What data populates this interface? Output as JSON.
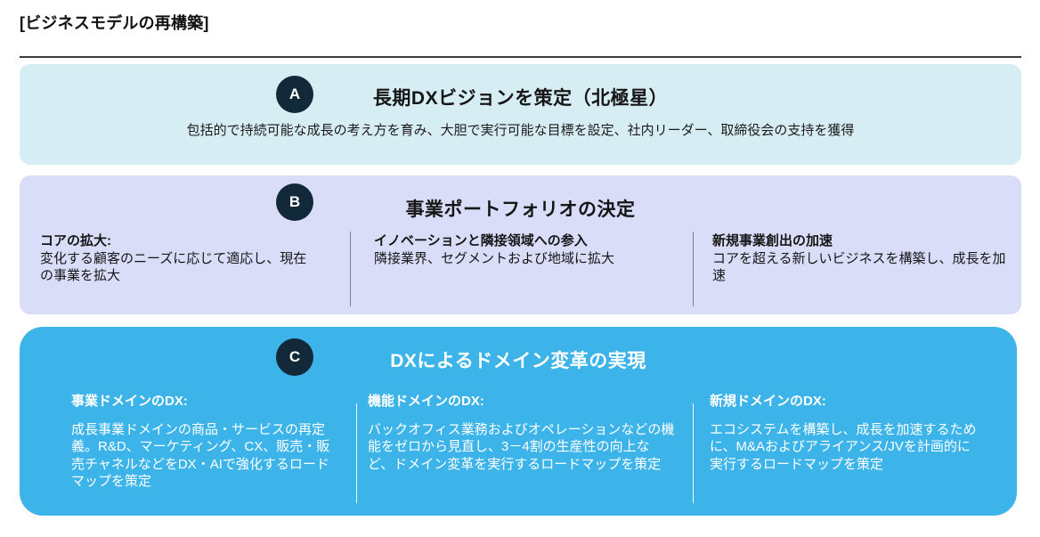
{
  "page": {
    "title": "[ビジネスモデルの再構築]"
  },
  "colors": {
    "section_a_bg": "#d7edf4",
    "section_b_bg": "#d9ddf8",
    "section_c_bg": "#3db4e9",
    "badge_bg": "#12293a",
    "badge_text": "#ffffff",
    "text_dark": "#161616",
    "text_light": "#ffffff",
    "rule": "#3a3a3a",
    "divider_b": "#80808f",
    "divider_c": "#eaf6fc"
  },
  "sections": [
    {
      "badge": "A",
      "title": "長期DXビジョンを策定（北極星）",
      "subtitle": "包括的で持続可能な成長の考え方を育み、大胆で実行可能な目標を設定、社内リーダー、取締役会の支持を獲得"
    },
    {
      "badge": "B",
      "title": "事業ポートフォリオの決定",
      "columns": [
        {
          "heading": "コアの拡大:",
          "body": "変化する顧客のニーズに応じて適応し、現在の事業を拡大"
        },
        {
          "heading": "イノベーションと隣接領域への参入",
          "body": "隣接業界、セグメントおよび地域に拡大"
        },
        {
          "heading": "新規事業創出の加速",
          "body": "コアを超える新しいビジネスを構築し、成長を加速"
        }
      ]
    },
    {
      "badge": "C",
      "title": "DXによるドメイン変革の実現",
      "columns": [
        {
          "heading": "事業ドメインのDX:",
          "body": "成長事業ドメインの商品・サービスの再定義。R&D、マーケティング、CX、販売・販売チャネルなどをDX・AIで強化するロードマップを策定"
        },
        {
          "heading": "機能ドメインのDX:",
          "body": "バックオフィス業務およびオペレーションなどの機能をゼロから見直し、3－4割の生産性の向上など、ドメイン変革を実行するロードマップを策定"
        },
        {
          "heading": "新規ドメインのDX:",
          "body": "エコシステムを構築し、成長を加速するために、M&Aおよびアライアンス/JVを計画的に実行するロードマップを策定"
        }
      ]
    }
  ]
}
